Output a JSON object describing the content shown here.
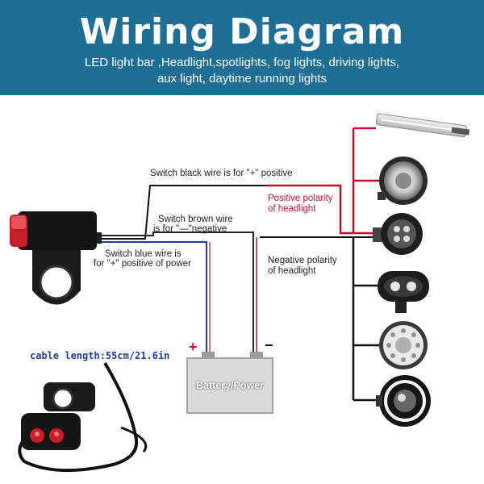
{
  "header": {
    "title": "Wiring Diagram",
    "subtitle_line1": "LED light bar ,Headlight,spotlights, fog lights, driving lights,",
    "subtitle_line2": "aux light, daytime running lights"
  },
  "labels": {
    "black_wire": "Switch black wire is for  \"+\"  positive",
    "positive_polarity_1": "Positive polarity",
    "positive_polarity_2": "of headlight",
    "brown_wire_1": "Switch brown wire",
    "brown_wire_2": "is for  \"—\"negative",
    "negative_polarity_1": "Negative polarity",
    "negative_polarity_2": "of headlight",
    "blue_wire_1": "Switch blue wire is",
    "blue_wire_2": "for  \"+\"  positive of power",
    "plus_sign": "+",
    "minus_sign": "−",
    "battery": "Battery/Power",
    "cable_length": "cable length:55cm/21.6in"
  },
  "colors": {
    "banner": "#1f6e96",
    "positive_wire": "#c8102e",
    "negative_wire": "#111111",
    "blue_wire": "#1c3f94",
    "brown_wire": "#8b4a2b",
    "battery_body": "#d9d9d9"
  },
  "lights": [
    "led-light-bar",
    "round-headlight",
    "round-spotlight",
    "oval-driving-light",
    "round-fog-light",
    "halo-headlight"
  ]
}
